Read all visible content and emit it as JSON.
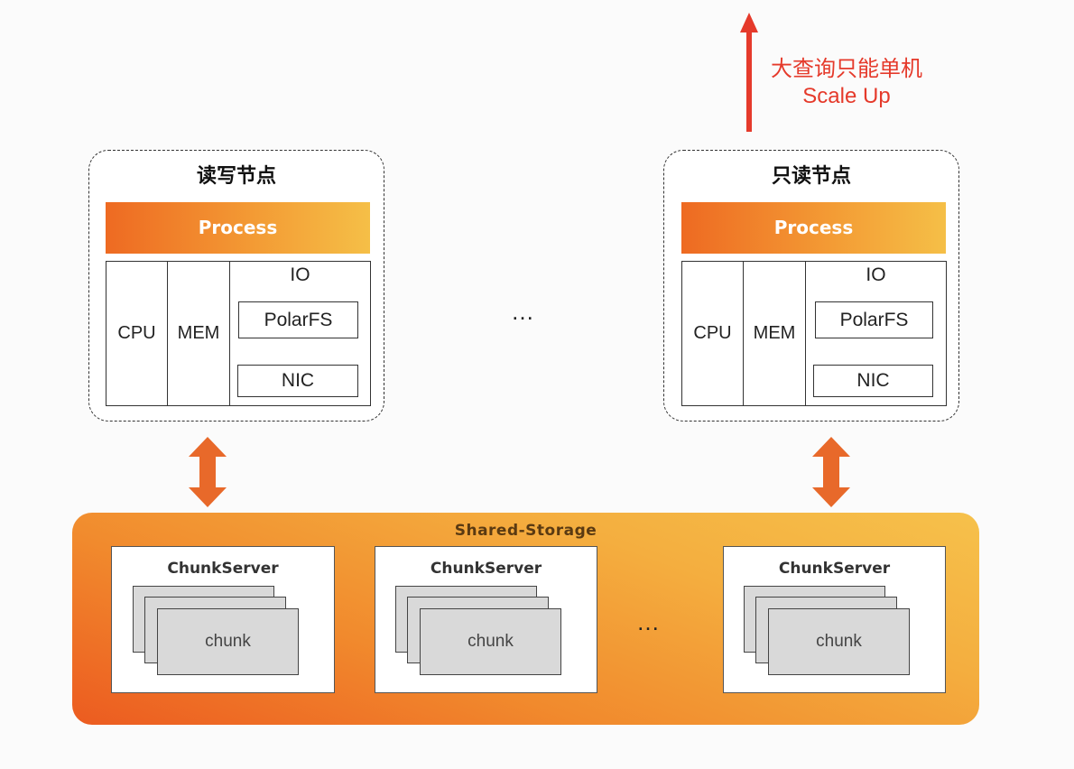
{
  "scale_up": {
    "line1": "大查询只能单机",
    "line2": "Scale Up"
  },
  "nodes": [
    {
      "title": "读写节点",
      "process": "Process",
      "cpu": "CPU",
      "mem": "MEM",
      "io": "IO",
      "polarfs": "PolarFS",
      "nic": "NIC"
    },
    {
      "title": "只读节点",
      "process": "Process",
      "cpu": "CPU",
      "mem": "MEM",
      "io": "IO",
      "polarfs": "PolarFS",
      "nic": "NIC"
    }
  ],
  "middle_ellipsis": "…",
  "storage": {
    "title": "Shared-Storage",
    "servers": [
      {
        "title": "ChunkServer",
        "chunk": "chunk"
      },
      {
        "title": "ChunkServer",
        "chunk": "chunk"
      },
      {
        "title": "ChunkServer",
        "chunk": "chunk"
      }
    ],
    "ellipsis": "…"
  },
  "colors": {
    "accent_red": "#e53a2b",
    "arrow_orange": "#e8692a",
    "process_start": "#ee6a22",
    "process_end": "#f5bf47"
  }
}
